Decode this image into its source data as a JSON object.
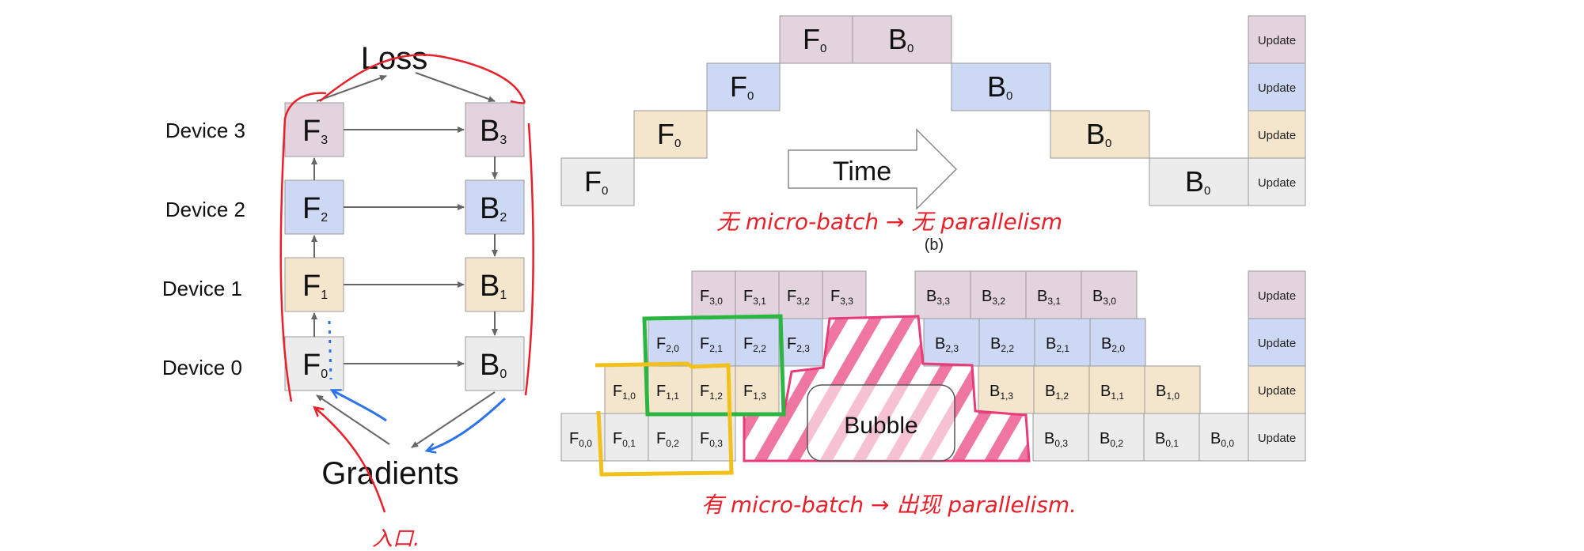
{
  "colors": {
    "dev3": "#e2d3de",
    "dev2": "#cdd8f4",
    "dev1": "#f4e6cc",
    "dev0": "#ececec",
    "stroke": "#9a9a9a",
    "arrow": "#666666",
    "red_ink": "#e8202a",
    "blue_ink": "#2c72e8",
    "pink_ink": "#e83c7a",
    "green_ink": "#2ab640",
    "yellow_ink": "#f2c01a"
  },
  "left_diagram": {
    "loss_label": "Loss",
    "gradients_label": "Gradients",
    "devices": [
      {
        "label": "Device 3",
        "f": "F",
        "f_sub": "3",
        "b": "B",
        "b_sub": "3"
      },
      {
        "label": "Device 2",
        "f": "F",
        "f_sub": "2",
        "b": "B",
        "b_sub": "2"
      },
      {
        "label": "Device 1",
        "f": "F",
        "f_sub": "1",
        "b": "B",
        "b_sub": "1"
      },
      {
        "label": "Device 0",
        "f": "F",
        "f_sub": "0",
        "b": "B",
        "b_sub": "0"
      }
    ],
    "entry_annotation": "入口."
  },
  "top_timeline": {
    "update_label": "Update",
    "time_label": "Time",
    "caption": "(b)",
    "annotation": "无 micro-batch → 无 parallelism",
    "rows": [
      {
        "cells": [
          {
            "t": "F",
            "s": "0"
          },
          {
            "t": "B",
            "s": "0"
          }
        ]
      },
      {
        "cells": [
          {
            "t": "F",
            "s": "0"
          },
          {
            "t": "B",
            "s": "0"
          }
        ]
      },
      {
        "cells": [
          {
            "t": "F",
            "s": "0"
          },
          {
            "t": "B",
            "s": "0"
          }
        ]
      },
      {
        "cells": [
          {
            "t": "F",
            "s": "0"
          },
          {
            "t": "B",
            "s": "0"
          }
        ]
      }
    ]
  },
  "bottom_timeline": {
    "update_label": "Update",
    "bubble_label": "Bubble",
    "annotation": "有 micro-batch → 出现 parallelism.",
    "rows": [
      {
        "f": [
          "3,0",
          "3,1",
          "3,2",
          "3,3"
        ],
        "b": [
          "3,3",
          "3,2",
          "3,1",
          "3,0"
        ]
      },
      {
        "f": [
          "2,0",
          "2,1",
          "2,2",
          "2,3"
        ],
        "b": [
          "2,3",
          "2,2",
          "2,1",
          "2,0"
        ]
      },
      {
        "f": [
          "1,0",
          "1,1",
          "1,2",
          "1,3"
        ],
        "b": [
          "1,3",
          "1,2",
          "1,1",
          "1,0"
        ]
      },
      {
        "f": [
          "0,0",
          "0,1",
          "0,2",
          "0,3"
        ],
        "b": [
          "0,3",
          "0,2",
          "0,1",
          "0,0"
        ]
      }
    ]
  }
}
